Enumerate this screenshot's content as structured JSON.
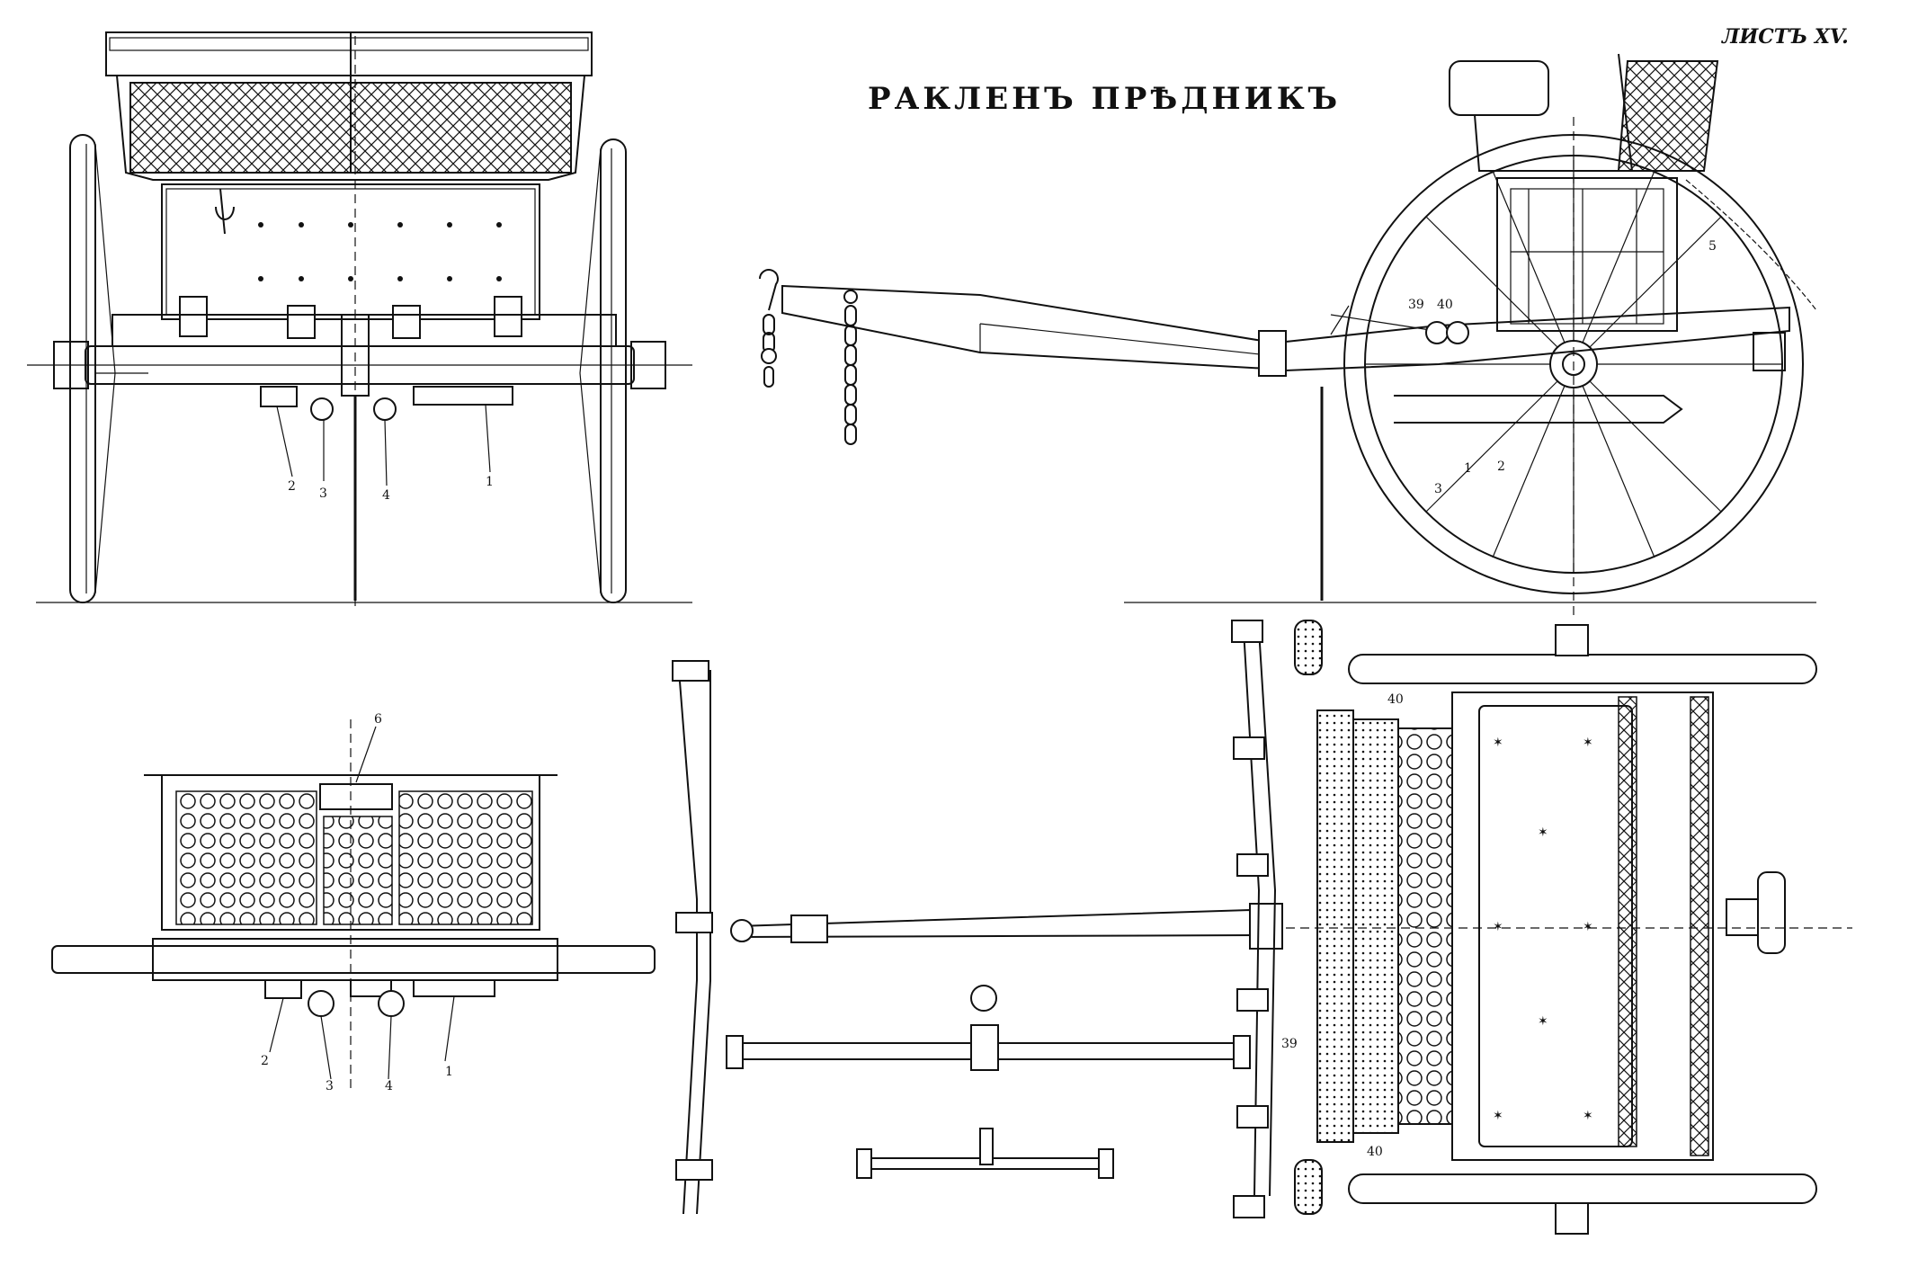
{
  "title": "РАКЛЕНЪ ПРѢДНИКЪ",
  "sheet_number": "ЛИСТЪ XV.",
  "views": {
    "front": {
      "labels": [
        "2",
        "3",
        "4",
        "1"
      ]
    },
    "side": {
      "labels": [
        "39",
        "40",
        "5",
        "1",
        "2",
        "3"
      ]
    },
    "section": {
      "labels": [
        "6",
        "2",
        "3",
        "4",
        "1"
      ]
    },
    "plan": {
      "labels": [
        "40",
        "39",
        "40"
      ]
    }
  },
  "icons": {
    "front_view": "limber-front-elevation",
    "side_view": "limber-side-elevation",
    "section_view": "limber-cross-section",
    "plan_view": "limber-plan-view",
    "singletree": "singletree-icon",
    "chain": "chain-icon",
    "wheel": "spoked-wheel-icon"
  },
  "colors": {
    "ink": "#111111",
    "paper": "#ffffff"
  }
}
